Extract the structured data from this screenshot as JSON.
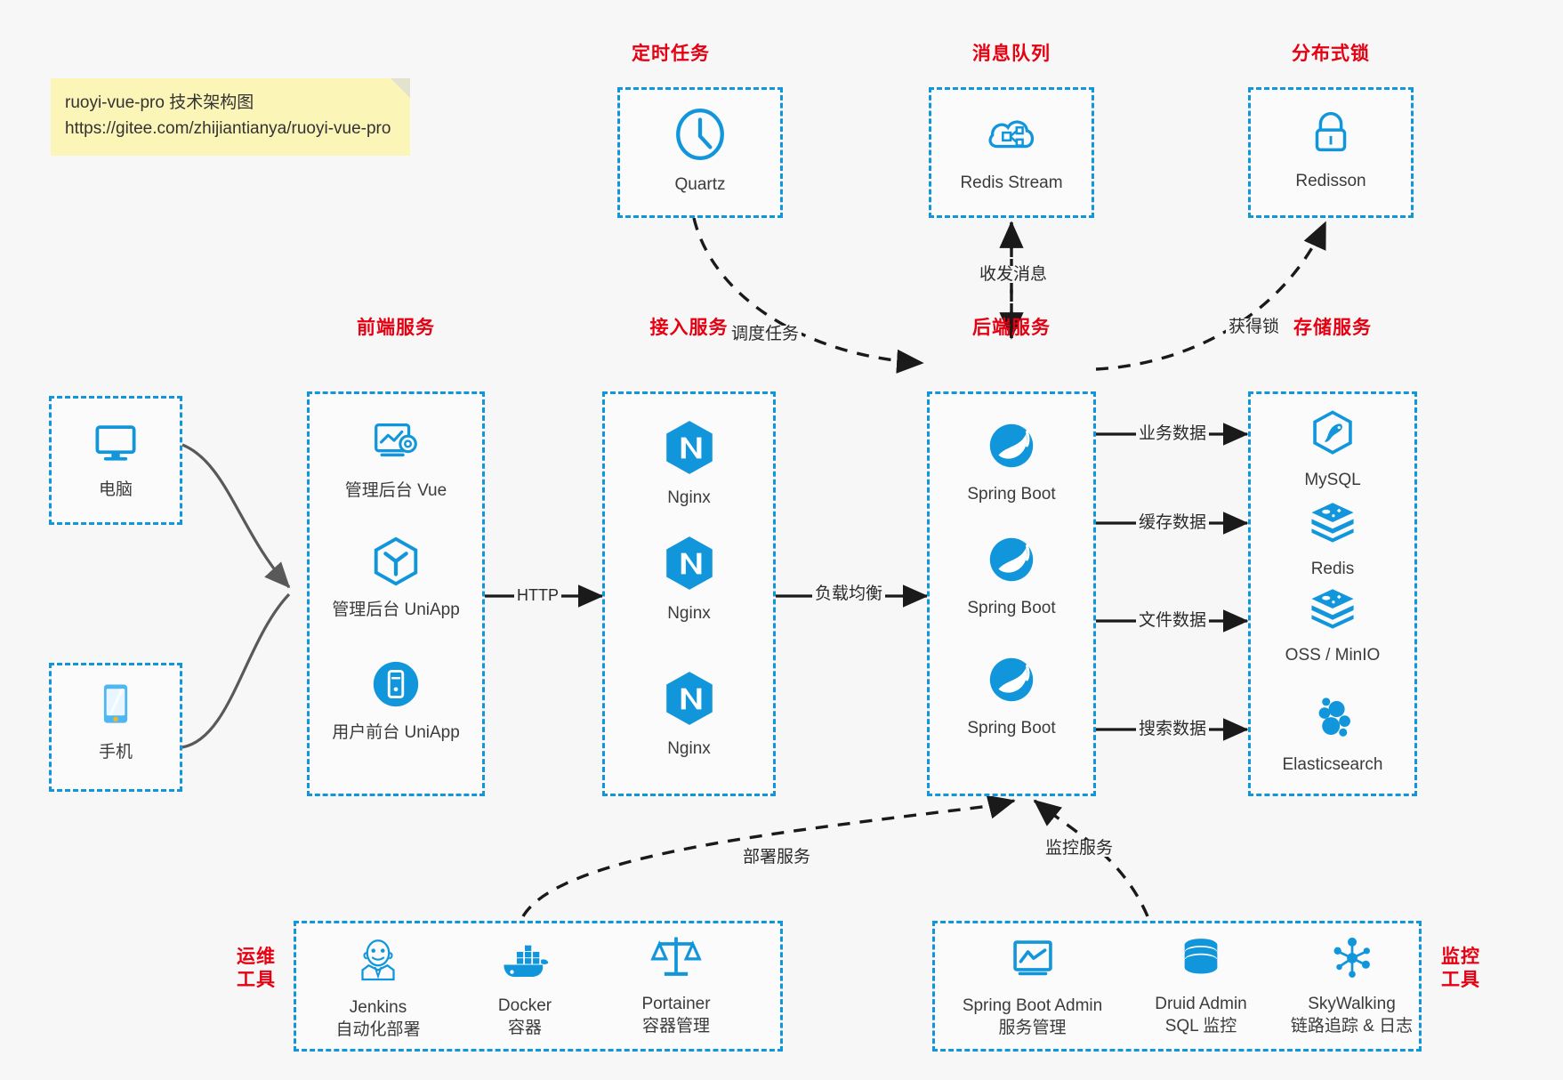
{
  "note": {
    "line1": "ruoyi-vue-pro 技术架构图",
    "line2": "https://gitee.com/zhijiantianya/ruoyi-vue-pro"
  },
  "groups": {
    "scheduler": {
      "title": "定时任务"
    },
    "mq": {
      "title": "消息队列"
    },
    "lock": {
      "title": "分布式锁"
    },
    "frontend": {
      "title": "前端服务"
    },
    "gateway": {
      "title": "接入服务"
    },
    "backend": {
      "title": "后端服务"
    },
    "storage": {
      "title": "存储服务"
    },
    "devops": {
      "title": "运维\n工具",
      "line1": "运维",
      "line2": "工具"
    },
    "monitor": {
      "title": "监控\n工具",
      "line1": "监控",
      "line2": "工具"
    }
  },
  "clients": [
    {
      "id": "pc",
      "label": "电脑",
      "icon": "desktop-computer-icon"
    },
    {
      "id": "mobile",
      "label": "手机",
      "icon": "smartphone-icon"
    }
  ],
  "frontend_nodes": [
    {
      "id": "admin-vue",
      "label": "管理后台 Vue",
      "icon": "dashboard-settings-icon"
    },
    {
      "id": "admin-uniapp",
      "label": "管理后台 UniApp",
      "icon": "uniapp-cube-icon"
    },
    {
      "id": "user-uniapp",
      "label": "用户前台 UniApp",
      "icon": "mobile-app-circle-icon"
    }
  ],
  "gateway_nodes": [
    {
      "id": "nginx-1",
      "label": "Nginx",
      "icon": "nginx-icon"
    },
    {
      "id": "nginx-2",
      "label": "Nginx",
      "icon": "nginx-icon"
    },
    {
      "id": "nginx-3",
      "label": "Nginx",
      "icon": "nginx-icon"
    }
  ],
  "backend_nodes": [
    {
      "id": "springboot-1",
      "label": "Spring Boot",
      "icon": "spring-boot-icon"
    },
    {
      "id": "springboot-2",
      "label": "Spring Boot",
      "icon": "spring-boot-icon"
    },
    {
      "id": "springboot-3",
      "label": "Spring Boot",
      "icon": "spring-boot-icon"
    }
  ],
  "storage_nodes": [
    {
      "id": "mysql",
      "label": "MySQL",
      "icon": "mysql-icon"
    },
    {
      "id": "redis",
      "label": "Redis",
      "icon": "redis-stack-icon"
    },
    {
      "id": "oss-minio",
      "label": "OSS / MinIO",
      "icon": "object-storage-icon"
    },
    {
      "id": "elasticsearch",
      "label": "Elasticsearch",
      "icon": "elasticsearch-icon"
    }
  ],
  "top_nodes": [
    {
      "id": "quartz",
      "label": "Quartz",
      "icon": "clock-icon"
    },
    {
      "id": "redis-stream",
      "label": "Redis Stream",
      "icon": "cloud-queue-icon"
    },
    {
      "id": "redisson",
      "label": "Redisson",
      "icon": "lock-icon"
    }
  ],
  "devops_nodes": [
    {
      "id": "jenkins",
      "label": "Jenkins",
      "sub": "自动化部署",
      "icon": "jenkins-butler-icon"
    },
    {
      "id": "docker",
      "label": "Docker",
      "sub": "容器",
      "icon": "docker-whale-icon"
    },
    {
      "id": "portainer",
      "label": "Portainer",
      "sub": "容器管理",
      "icon": "portainer-scale-icon"
    }
  ],
  "monitor_nodes": [
    {
      "id": "spring-boot-admin",
      "label": "Spring Boot Admin",
      "sub": "服务管理",
      "icon": "monitor-chart-icon"
    },
    {
      "id": "druid-admin",
      "label": "Druid Admin",
      "sub": "SQL 监控",
      "icon": "database-cylinder-icon"
    },
    {
      "id": "skywalking",
      "label": "SkyWalking",
      "sub": "链路追踪 & 日志",
      "icon": "skywalking-node-icon"
    }
  ],
  "edges": {
    "http": "HTTP",
    "load_balance": "负载均衡",
    "schedule_task": "调度任务",
    "send_receive_msg": "收发消息",
    "acquire_lock": "获得锁",
    "business_data": "业务数据",
    "cache_data": "缓存数据",
    "file_data": "文件数据",
    "search_data": "搜索数据",
    "deploy_service": "部署服务",
    "monitor_service": "监控服务"
  },
  "colors": {
    "accent_blue": "#1296db",
    "title_red": "#e60012",
    "note_yellow": "#fbf5b7",
    "background": "#f7f7f7",
    "arrow_dark": "#1a1a1a",
    "arrow_grey": "#595959"
  }
}
